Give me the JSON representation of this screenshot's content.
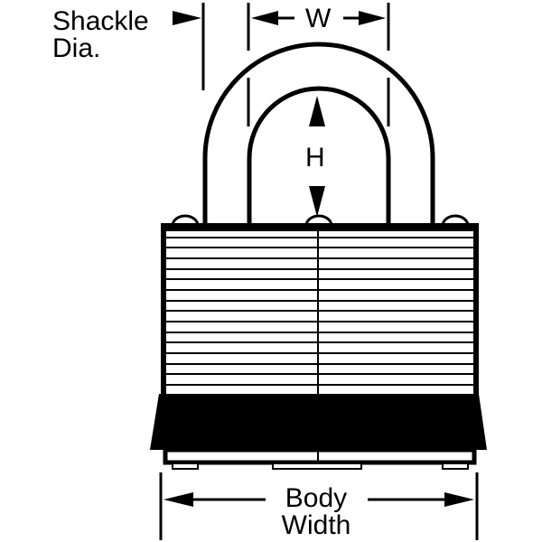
{
  "diagram": {
    "type": "padlock-dimension-drawing",
    "labels": {
      "shackle_diameter_line1": "Shackle",
      "shackle_diameter_line2": "Dia.",
      "shackle_width": "W",
      "shackle_height": "H",
      "body_width_line1": "Body",
      "body_width_line2": "Width"
    },
    "colors": {
      "stroke": "#000000",
      "background": "#ffffff"
    },
    "parts": [
      "shackle",
      "laminated-body",
      "bumper-band",
      "base-plate",
      "rivets",
      "feet"
    ]
  }
}
